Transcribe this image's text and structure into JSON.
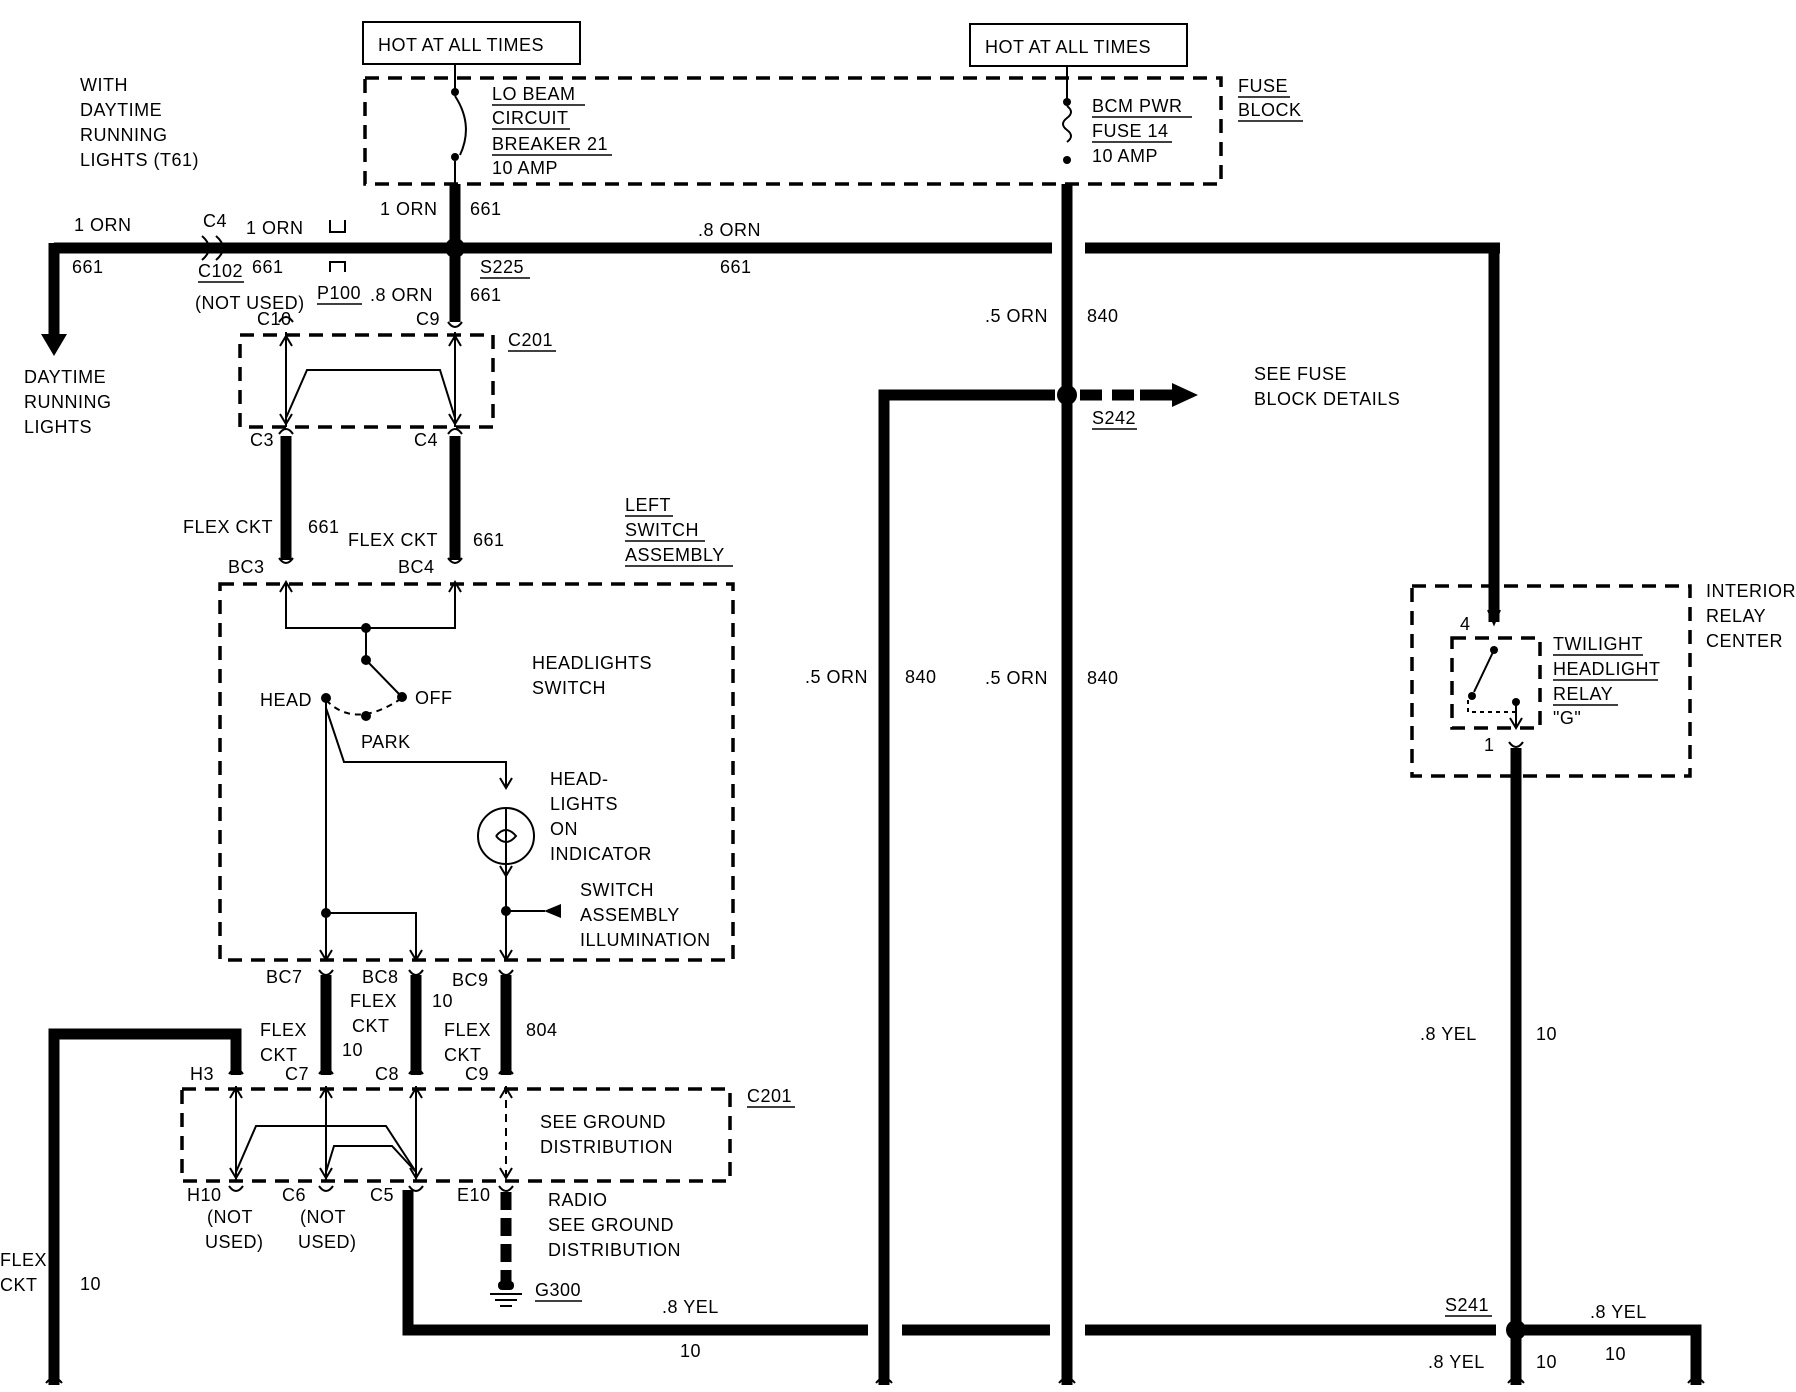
{
  "hot_labels": [
    "HOT AT ALL TIMES",
    "HOT AT ALL TIMES"
  ],
  "fuse_block": {
    "label": [
      "FUSE",
      "BLOCK"
    ],
    "lo_beam": [
      "LO BEAM",
      "CIRCUIT",
      "BREAKER 21",
      "10 AMP"
    ],
    "bcm_pwr": [
      "BCM PWR",
      "FUSE 14",
      "10 AMP"
    ]
  },
  "drl_option": [
    "WITH",
    "DAYTIME",
    "RUNNING",
    "LIGHTS (T61)"
  ],
  "drl_dest": [
    "DAYTIME",
    "RUNNING",
    "LIGHTS"
  ],
  "wire_labels": {
    "orn1_left": "1 ORN",
    "c4": "C4",
    "orn1_mid": "1 ORN",
    "orn1_top": "1 ORN",
    "c661_a": "661",
    "c661_b": "661",
    "c661_c": "661",
    "c661_d": "661",
    "c661_e": "661",
    "c661_f": "661",
    "c661_g": "661",
    "c102": "C102",
    "not_used": "(NOT USED)",
    "p100": "P100",
    "orn08_a": ".8 ORN",
    "orn08_b": ".8 ORN",
    "s225": "S225",
    "c10": "C10",
    "c9_top": "C9",
    "c201_top": "C201",
    "c3": "C3",
    "c4_low": "C4",
    "flex_a": "FLEX CKT",
    "flex_b": "FLEX CKT",
    "bc3": "BC3",
    "bc4": "BC4",
    "orn05_a": ".5 ORN",
    "c840_a": "840",
    "orn05_b": ".5 ORN",
    "c840_b": "840",
    "orn05_c": ".5 ORN",
    "c840_c": "840",
    "s242": "S242",
    "see_fuse": [
      "SEE FUSE",
      "BLOCK DETAILS"
    ],
    "yel08_a": ".8 YEL",
    "c10_a": "10",
    "yel08_b": ".8 YEL",
    "c10_b": "10",
    "yel08_c": ".8 YEL",
    "c10_c": "10",
    "yel08_d": ".8 YEL",
    "c10_d": "10",
    "s241": "S241",
    "c10_e": "10",
    "flex_left": [
      "FLEX",
      "CKT"
    ],
    "c10_f": "10"
  },
  "left_switch": {
    "label": [
      "LEFT",
      "SWITCH",
      "ASSEMBLY"
    ],
    "headlights_switch": [
      "HEADLIGHTS",
      "SWITCH"
    ],
    "head": "HEAD",
    "off": "OFF",
    "park": "PARK",
    "indicator": [
      "HEAD-",
      "LIGHTS",
      "ON",
      "INDICATOR"
    ],
    "illumination": [
      "SWITCH",
      "ASSEMBLY",
      "ILLUMINATION"
    ]
  },
  "lower": {
    "bc7": "BC7",
    "bc8": "BC8",
    "bc9": "BC9",
    "flex_bc8": [
      "FLEX",
      "CKT"
    ],
    "c10_bc8": "10",
    "flex_bc7": [
      "FLEX",
      "CKT"
    ],
    "c10_bc7": "10",
    "flex_bc9": [
      "FLEX",
      "CKT"
    ],
    "c804": "804",
    "h3": "H3",
    "c7": "C7",
    "c8": "C8",
    "c9": "C9",
    "c201": "C201",
    "see_ground": [
      "SEE GROUND",
      "DISTRIBUTION"
    ],
    "h10": "H10",
    "c6": "C6",
    "c5": "C5",
    "e10": "E10",
    "not_used_1": [
      "(NOT",
      "USED)"
    ],
    "not_used_2": [
      "(NOT",
      "USED)"
    ],
    "radio": [
      "RADIO",
      "SEE GROUND",
      "DISTRIBUTION"
    ],
    "g300": "G300"
  },
  "relay_center": {
    "label": [
      "INTERIOR",
      "RELAY",
      "CENTER"
    ],
    "relay": [
      "TWILIGHT",
      "HEADLIGHT",
      "RELAY",
      "\"G\""
    ],
    "pin4": "4",
    "pin1": "1"
  }
}
